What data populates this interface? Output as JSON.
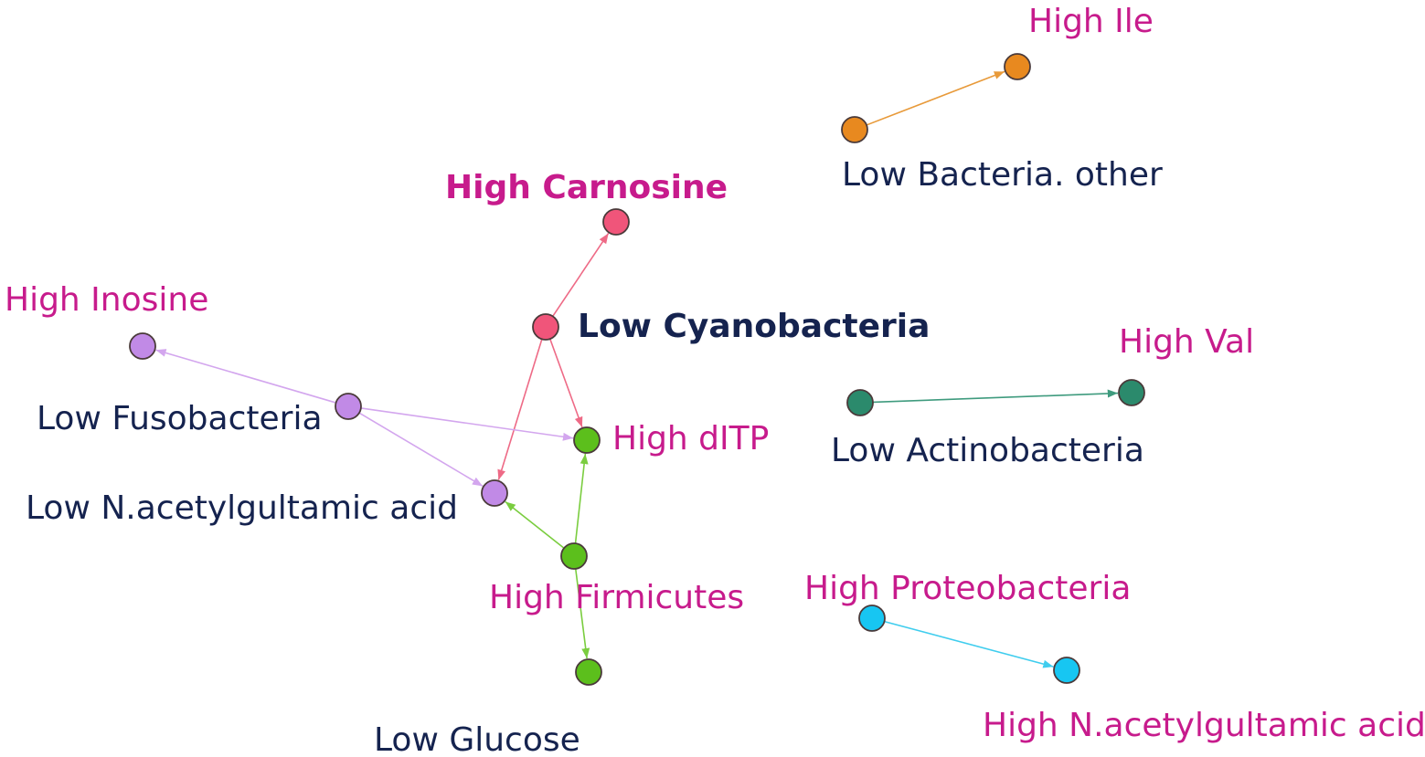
{
  "colors": {
    "high_text": "#c71b8c",
    "low_text": "#15234f",
    "node_stroke": "#4a3a3a"
  },
  "nodes": [
    {
      "id": "high-ile",
      "label": "High Ile",
      "group": "orange",
      "bold": false
    },
    {
      "id": "low-bacteria-other",
      "label": "Low Bacteria. other",
      "group": "orange",
      "bold": false
    },
    {
      "id": "high-carnosine",
      "label": "High Carnosine",
      "group": "red",
      "bold": true
    },
    {
      "id": "low-cyanobacteria",
      "label": "Low Cyanobacteria",
      "group": "red",
      "bold": true
    },
    {
      "id": "high-inosine",
      "label": "High Inosine",
      "group": "purple",
      "bold": false
    },
    {
      "id": "low-fusobacteria",
      "label": "Low Fusobacteria",
      "group": "purple",
      "bold": false
    },
    {
      "id": "low-n-acetylgultamic-acid",
      "label": "Low N.acetylgultamic acid",
      "group": "purple",
      "bold": false
    },
    {
      "id": "high-ditp",
      "label": "High dITP",
      "group": "green",
      "bold": false
    },
    {
      "id": "high-firmicutes",
      "label": "High Firmicutes",
      "group": "green",
      "bold": false
    },
    {
      "id": "low-glucose",
      "label": "Low Glucose",
      "group": "green",
      "bold": false
    },
    {
      "id": "high-val",
      "label": "High Val",
      "group": "teal",
      "bold": false
    },
    {
      "id": "low-actinobacteria",
      "label": "Low Actinobacteria",
      "group": "teal",
      "bold": false
    },
    {
      "id": "high-proteobacteria",
      "label": "High Proteobacteria",
      "group": "cyan",
      "bold": false
    },
    {
      "id": "high-n-acetylgultamic-acid",
      "label": "High N.acetylgultamic acid",
      "group": "cyan",
      "bold": false
    }
  ],
  "group_colors": {
    "orange": {
      "fill": "#e8891f",
      "edge": "#e89a3a"
    },
    "red": {
      "fill": "#f0557a",
      "edge": "#ee6a86"
    },
    "purple": {
      "fill": "#c18ae6",
      "edge": "#d3a6ee"
    },
    "green": {
      "fill": "#5cbf1c",
      "edge": "#7acd3f"
    },
    "teal": {
      "fill": "#2b8a6c",
      "edge": "#3f9b7e"
    },
    "cyan": {
      "fill": "#17c6f2",
      "edge": "#3fcdee"
    }
  },
  "edges": [
    {
      "from": "low-bacteria-other",
      "to": "high-ile",
      "group": "orange"
    },
    {
      "from": "low-cyanobacteria",
      "to": "high-carnosine",
      "group": "red"
    },
    {
      "from": "low-cyanobacteria",
      "to": "high-ditp",
      "group": "red"
    },
    {
      "from": "low-cyanobacteria",
      "to": "low-n-acetylgultamic-acid",
      "group": "red"
    },
    {
      "from": "low-fusobacteria",
      "to": "high-inosine",
      "group": "purple"
    },
    {
      "from": "low-fusobacteria",
      "to": "high-ditp",
      "group": "purple"
    },
    {
      "from": "low-fusobacteria",
      "to": "low-n-acetylgultamic-acid",
      "group": "purple"
    },
    {
      "from": "high-firmicutes",
      "to": "high-ditp",
      "group": "green"
    },
    {
      "from": "high-firmicutes",
      "to": "low-n-acetylgultamic-acid",
      "group": "green"
    },
    {
      "from": "high-firmicutes",
      "to": "low-glucose",
      "group": "green"
    },
    {
      "from": "low-actinobacteria",
      "to": "high-val",
      "group": "teal"
    },
    {
      "from": "high-proteobacteria",
      "to": "high-n-acetylgultamic-acid",
      "group": "cyan"
    }
  ]
}
